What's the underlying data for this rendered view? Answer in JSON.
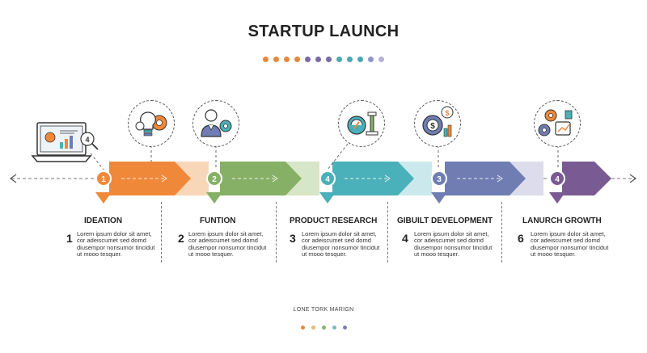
{
  "title": "STARTUP LAUNCH",
  "top_dots": [
    "#e8873a",
    "#e8873a",
    "#e8873a",
    "#e8873a",
    "#7a6aa6",
    "#7a6aa6",
    "#7a6aa6",
    "#4aa9b3",
    "#4aa9b3",
    "#4aa9b3",
    "#8d95c9",
    "#b6b0d4"
  ],
  "footer_text": "LONE TORK MARIGN",
  "bottom_dots": [
    "#e8873a",
    "#e8b87a",
    "#8cb06e",
    "#7ab7c4",
    "#7a7fb6"
  ],
  "colors": {
    "orange": "#f0883a",
    "green": "#86b066",
    "teal": "#4ab0b9",
    "blue": "#6f7db3",
    "purple": "#7a5a92"
  },
  "steps": [
    {
      "badge": "1",
      "title": "IDEATION",
      "number": "1",
      "body": "Lorem ipsum dolor sit amet, cor adeiscumet sed domd diusempor nonsumor tincidut ut mooo tesquer.",
      "icon": "laptop-analytics-icon"
    },
    {
      "badge": "2",
      "title": "FUNTION",
      "number": "2",
      "body": "Lorem ipsum dolor sit amet, cor adeiscumet sed domd diusempor nonsumor tincidut ut mooo tesquer.",
      "icon": "lightbulb-gear-icon"
    },
    {
      "badge": "4",
      "title": "PRODUCT RESEARCH",
      "number": "3",
      "body": "Lorem ipsum dolor sit amet, cor adeiscumet sed domd diusempor nonsumor tincidut ut mooo tesquer.",
      "icon": "person-gear-icon"
    },
    {
      "badge": "3",
      "title": "GIBUILT DEVELOPMENT",
      "number": "4",
      "body": "Lorem ipsum dolor sit amet, cor adeiscumet sed domd diusempor nonsumor tincidut ut mooo tesquer.",
      "icon": "money-gear-icon"
    },
    {
      "badge": "4",
      "title": "LANURCH GROWTH",
      "number": "6",
      "body": "Lorem ipsum dolor sit amet, cor adeiscumet sed domd diusempor nonsumor tincidut ut mooo tesquer.",
      "icon": "gears-growth-icon"
    }
  ],
  "laptop_badge": "4"
}
